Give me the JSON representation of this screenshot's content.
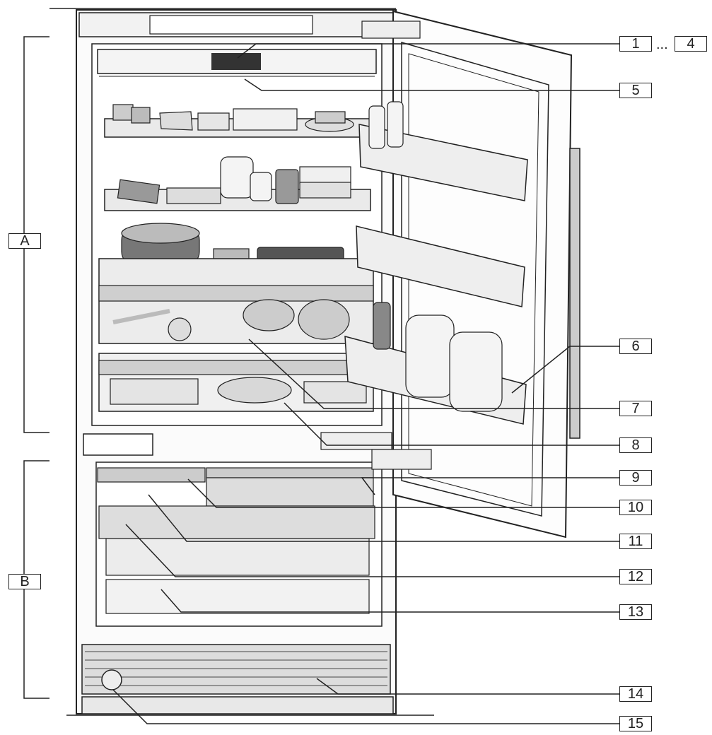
{
  "sections": [
    {
      "id": "A"
    },
    {
      "id": "B"
    }
  ],
  "callouts": [
    {
      "id": "1"
    },
    {
      "id": "4"
    },
    {
      "id": "5"
    },
    {
      "id": "6"
    },
    {
      "id": "7"
    },
    {
      "id": "8"
    },
    {
      "id": "9"
    },
    {
      "id": "10"
    },
    {
      "id": "11"
    },
    {
      "id": "12"
    },
    {
      "id": "13"
    },
    {
      "id": "14"
    },
    {
      "id": "15"
    }
  ],
  "range_separator": "..."
}
